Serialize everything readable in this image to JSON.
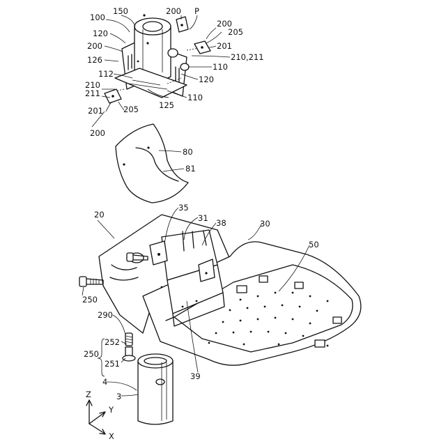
{
  "labels": {
    "l100": "100",
    "l150": "150",
    "l200a": "200",
    "lP": "P",
    "l200b": "200",
    "l205a": "205",
    "l120a": "120",
    "l200c": "200",
    "l201a": "201",
    "l126": "126",
    "l210_211": "210,211",
    "l110a": "110",
    "l112": "112",
    "l120b": "120",
    "l210": "210",
    "l211": "211",
    "l125": "125",
    "l110b": "110",
    "l201b": "201",
    "l205b": "205",
    "l200d": "200",
    "l80": "80",
    "l81": "81",
    "l20": "20",
    "l35": "35",
    "l31": "31",
    "l38": "38",
    "l30": "30",
    "l50": "50",
    "l250a": "250",
    "l290": "290",
    "l252": "252",
    "l250b": "250",
    "l251": "251",
    "l39": "39",
    "l4": "4",
    "l3": "3",
    "axZ": "Z",
    "axY": "Y",
    "axX": "X"
  },
  "colors": {
    "line": "#111111",
    "background": "#ffffff"
  }
}
